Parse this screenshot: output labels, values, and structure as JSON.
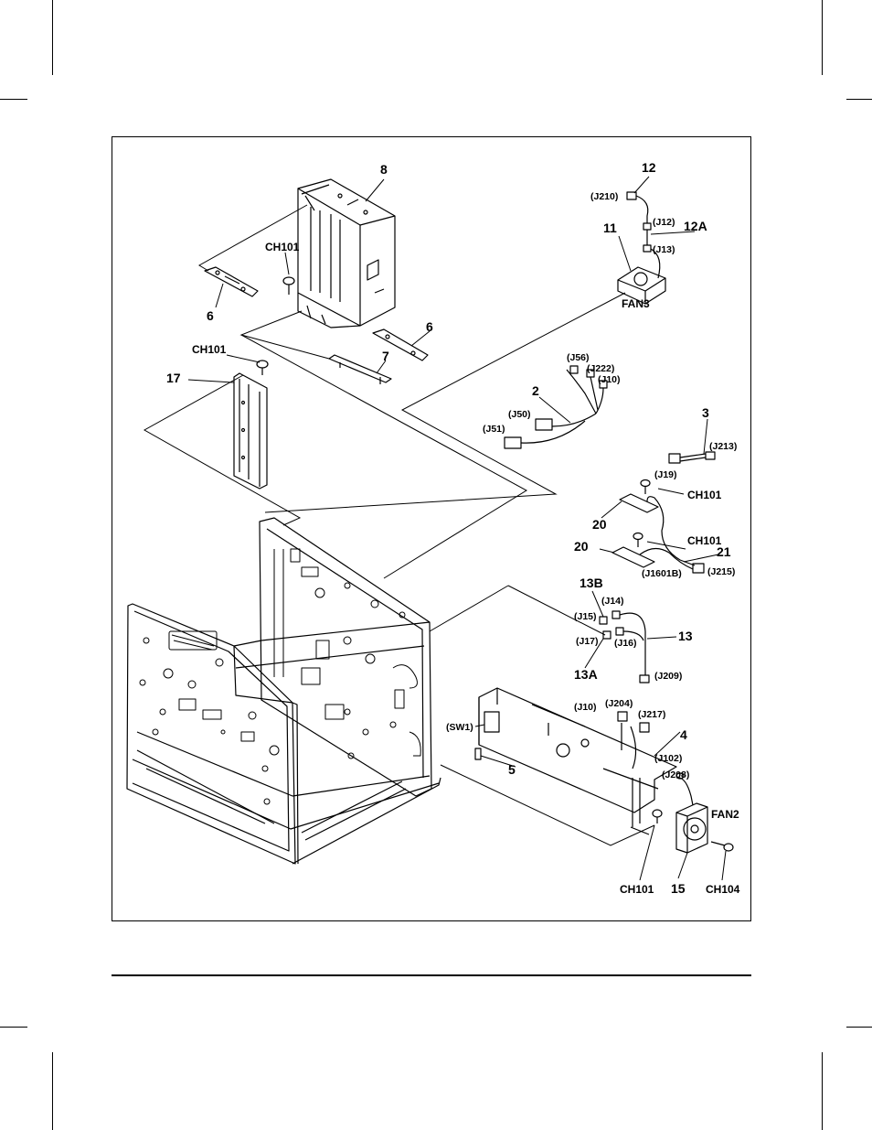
{
  "labels": {
    "p8": "8",
    "p12": "12",
    "p12a": "12A",
    "p11": "11",
    "fan3": "FAN3",
    "j210": "(J210)",
    "j12": "(J12)",
    "j13": "(J13)",
    "ch101_a": "CH101",
    "p6_left": "6",
    "p6_right": "6",
    "p7": "7",
    "ch101_b": "CH101",
    "p17": "17",
    "j56": "(J56)",
    "j222": "(J222)",
    "j10_a": "(J10)",
    "p2": "2",
    "j50": "(J50)",
    "j51": "(J51)",
    "p3": "3",
    "j213": "(J213)",
    "j19": "(J19)",
    "ch101_c": "CH101",
    "p20_a": "20",
    "ch101_d": "CH101",
    "p21": "21",
    "p20_b": "20",
    "j1601b": "(J1601B)",
    "j215": "(J215)",
    "p13b": "13B",
    "j14": "(J14)",
    "j15": "(J15)",
    "j17": "(J17)",
    "j16": "(J16)",
    "p13": "13",
    "p13a": "13A",
    "j209": "(J209)",
    "j10_b": "(J10)",
    "j204": "(J204)",
    "j217": "(J217)",
    "sw1": "(SW1)",
    "p4": "4",
    "j102": "(J102)",
    "p5": "5",
    "j208": "(J208)",
    "fan2": "FAN2",
    "ch101_e": "CH101",
    "p15": "15",
    "ch104": "CH104"
  },
  "colors": {
    "ink": "#000000",
    "paper": "#ffffff"
  }
}
